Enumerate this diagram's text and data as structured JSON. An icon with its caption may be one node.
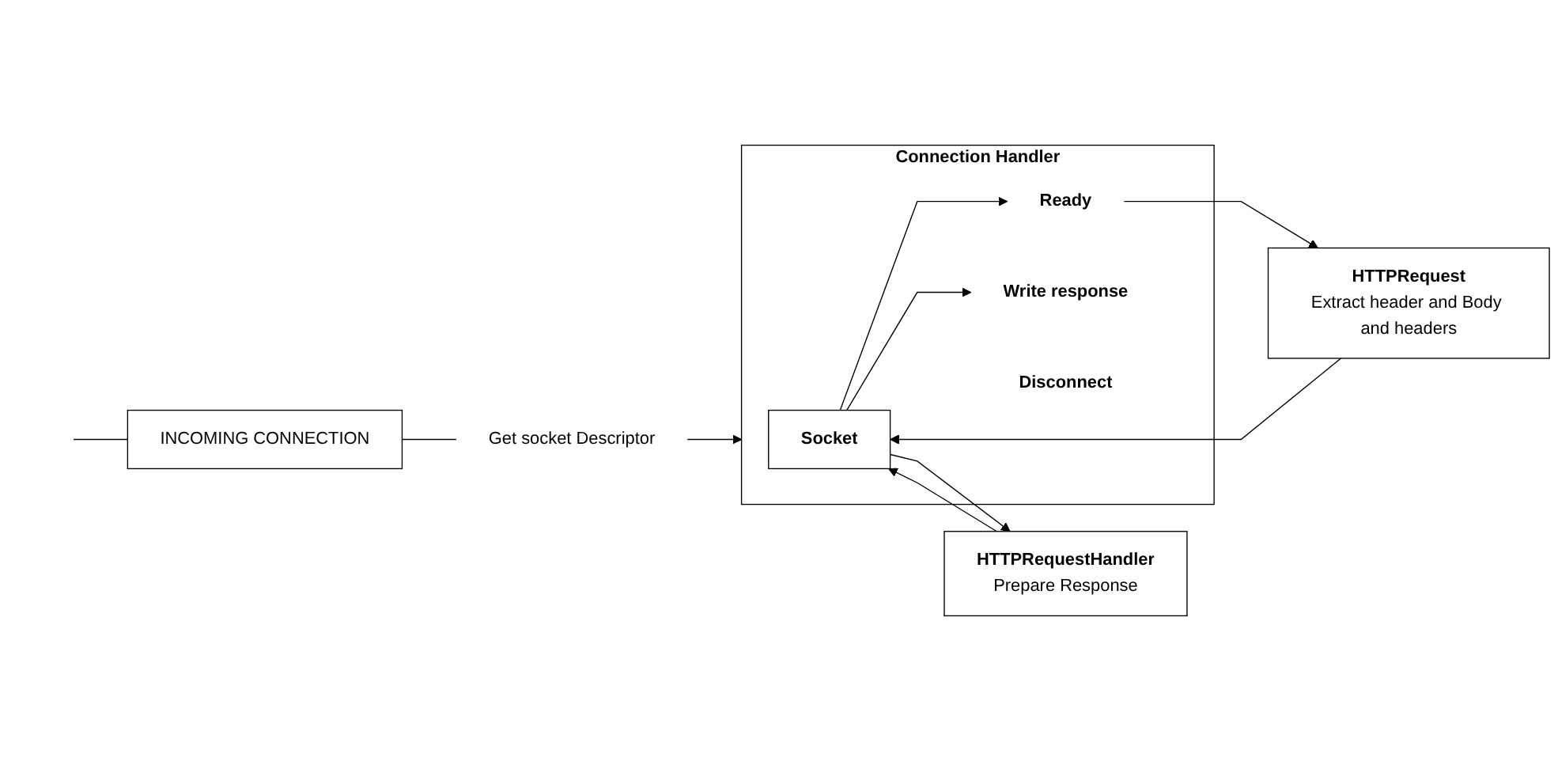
{
  "diagram": {
    "nodes": [
      {
        "text": [
          "INCOMING CONNECTION"
        ]
      },
      {
        "text": [
          "Get socket Descriptor"
        ]
      },
      {
        "text": [
          "Connection Handler"
        ]
      },
      {
        "text": [
          "Socket"
        ],
        "in": 2
      },
      {
        "text": [
          "Ready"
        ],
        "in": 2
      },
      {
        "text": [
          "Write response"
        ],
        "in": 2
      },
      {
        "text": [
          "Disconnect"
        ],
        "in": 2
      },
      {
        "text": [
          "HTTPRequest",
          "Extract header and Body and headers"
        ]
      },
      {
        "text": [
          "HTTPRequestHandler",
          "Prepare Response"
        ]
      }
    ],
    "edges": [
      {
        "from": null,
        "to": 0,
        "arrow": "none"
      },
      {
        "from": 0,
        "to": 1,
        "arrow": "none"
      },
      {
        "from": 1,
        "to": 2,
        "arrow": "to"
      },
      {
        "from": 3,
        "to": 4,
        "arrow": "to"
      },
      {
        "from": 4,
        "to": 7,
        "arrow": "to"
      },
      {
        "from": 7,
        "to": 3,
        "arrow": "to"
      },
      {
        "from": 3,
        "to": 8,
        "arrow": "to"
      },
      {
        "from": 8,
        "to": 3,
        "arrow": "to"
      },
      {
        "from": 3,
        "to": 5,
        "arrow": "to"
      }
    ]
  }
}
